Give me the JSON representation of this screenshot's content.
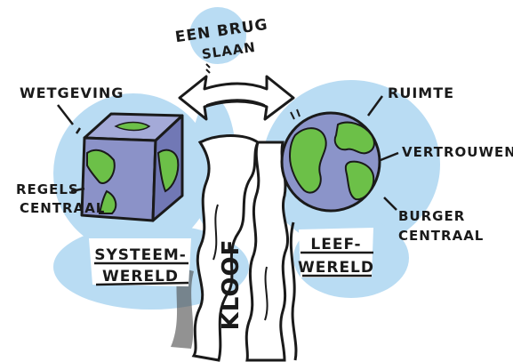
{
  "header": {
    "line1": "EEN BRUG",
    "line2": "SLAAN"
  },
  "left": {
    "top_label": "WETGEVING",
    "side_label_line1": "REGELS",
    "side_label_line2": "CENTRAAL",
    "box_line1": "SYSTEEM-",
    "box_line2": "WERELD"
  },
  "right": {
    "label1": "RUIMTE",
    "label2": "VERTROUWEN",
    "label3_line1": "BURGER",
    "label3_line2": "CENTRAAL",
    "box_line1": "LEEF-",
    "box_line2": "WERELD"
  },
  "chasm": {
    "label": "KLOOF"
  },
  "colors": {
    "sky": "#b9dcf3",
    "cube_face": "#7f86c2",
    "land": "#6cc048",
    "globe": "#8b94c9",
    "ink": "#1a1a1a"
  }
}
